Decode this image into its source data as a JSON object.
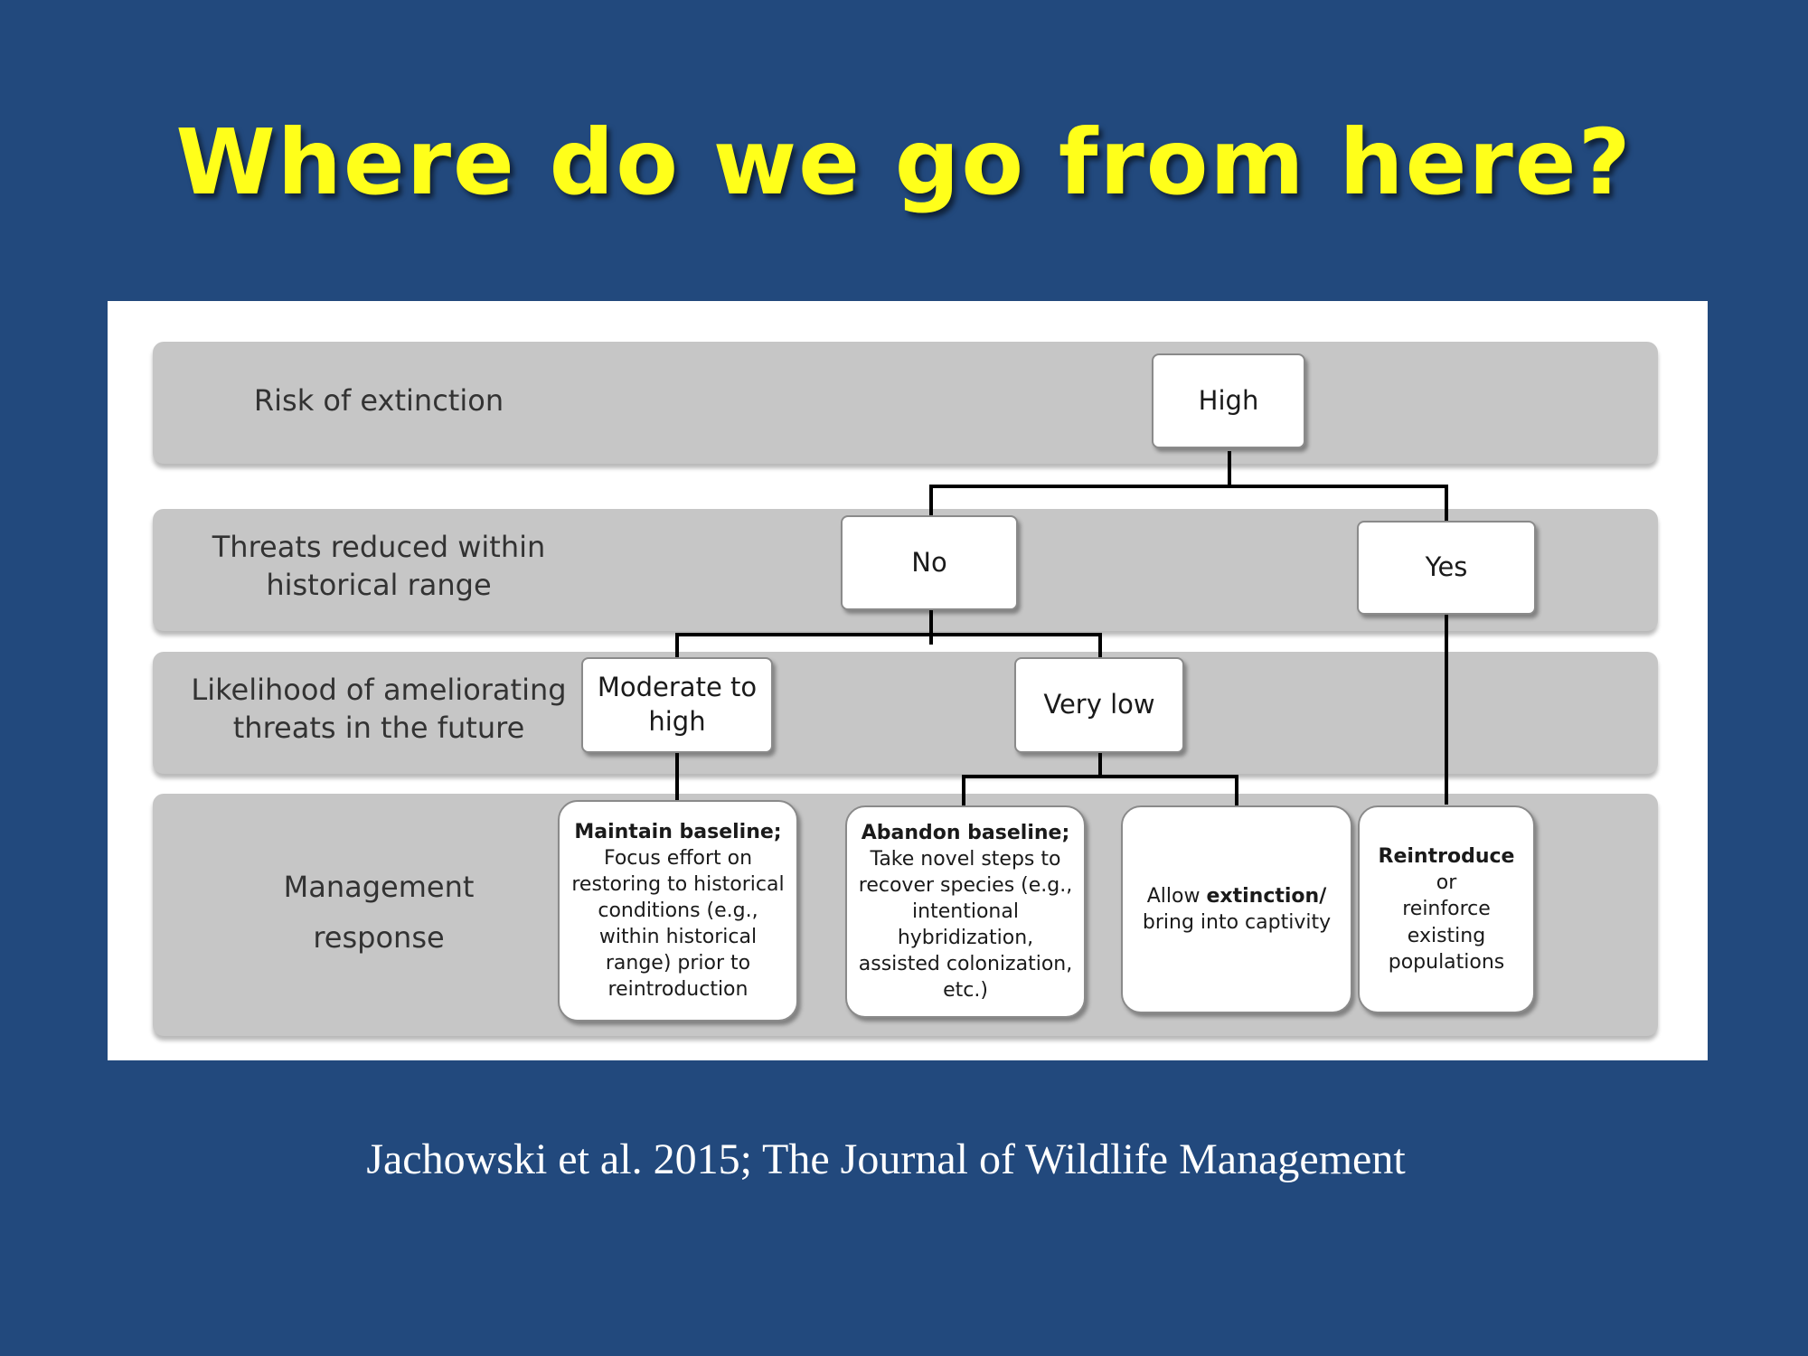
{
  "title": "Where do we go from here?",
  "citation": "Jachowski et al. 2015; The Journal of Wildlife Management",
  "rows": {
    "risk": "Risk of extinction",
    "threats_line1": "Threats reduced within",
    "threats_line2": "historical range",
    "likelihood_line1": "Likelihood of ameliorating",
    "likelihood_line2": "threats in the future",
    "management_line1": "Management",
    "management_line2": "response"
  },
  "nodes": {
    "high": "High",
    "no": "No",
    "yes": "Yes",
    "moderate_line1": "Moderate to",
    "moderate_line2": "high",
    "very_low": "Very low"
  },
  "responses": {
    "maintain_bold": "Maintain baseline;",
    "maintain_line1": "Focus effort on",
    "maintain_line2": "restoring to historical",
    "maintain_line3": "conditions (e.g.,",
    "maintain_line4": "within historical",
    "maintain_line5": "range) prior to",
    "maintain_line6": "reintroduction",
    "abandon_bold": "Abandon baseline;",
    "abandon_line1": "Take novel steps to",
    "abandon_line2": "recover species (e.g.,",
    "abandon_line3": "intentional",
    "abandon_line4": "hybridization,",
    "abandon_line5": "assisted colonization,",
    "abandon_line6": "etc.)",
    "allow_prefix": "Allow ",
    "allow_bold": "extinction/",
    "allow_line2": "bring into captivity",
    "reintro_bold": "Reintroduce",
    "reintro_suffix": " or",
    "reintro_line2": "reinforce",
    "reintro_line3": "existing",
    "reintro_line4": "populations"
  },
  "colors": {
    "background": "#22497d",
    "title": "#ffff1a",
    "band": "#c6c6c6",
    "connector": "#000000"
  }
}
